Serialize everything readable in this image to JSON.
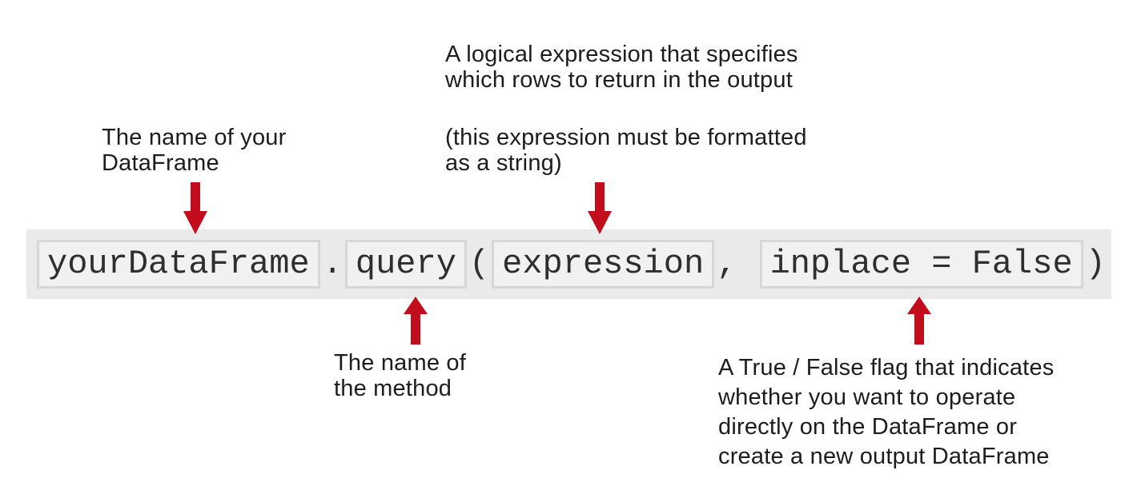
{
  "annotations": {
    "expression_main": "A logical expression that specifies\nwhich rows to return in the output",
    "expression_note": "(this expression must be formatted\nas a string)",
    "dataframe": "The name of your\nDataFrame",
    "method": "The name of\nthe method",
    "inplace": "A True / False flag that indicates\nwhether you want to operate\ndirectly on the DataFrame or\ncreate a new output DataFrame"
  },
  "code": {
    "dataframe_token": "yourDataFrame",
    "dot": ".",
    "method_token": "query",
    "open_paren": "(",
    "expression_token": "expression",
    "comma_space": ", ",
    "inplace_token": "inplace = False",
    "close_paren": ")"
  },
  "colors": {
    "arrow_red": "#c20e1c",
    "band_background": "#eaeaea",
    "token_box_background": "#f1f1f1",
    "token_box_border": "#d7d7d7",
    "annotation_text": "#1d1d1d",
    "code_text": "#2e2e2e",
    "page_background": "#ffffff"
  }
}
